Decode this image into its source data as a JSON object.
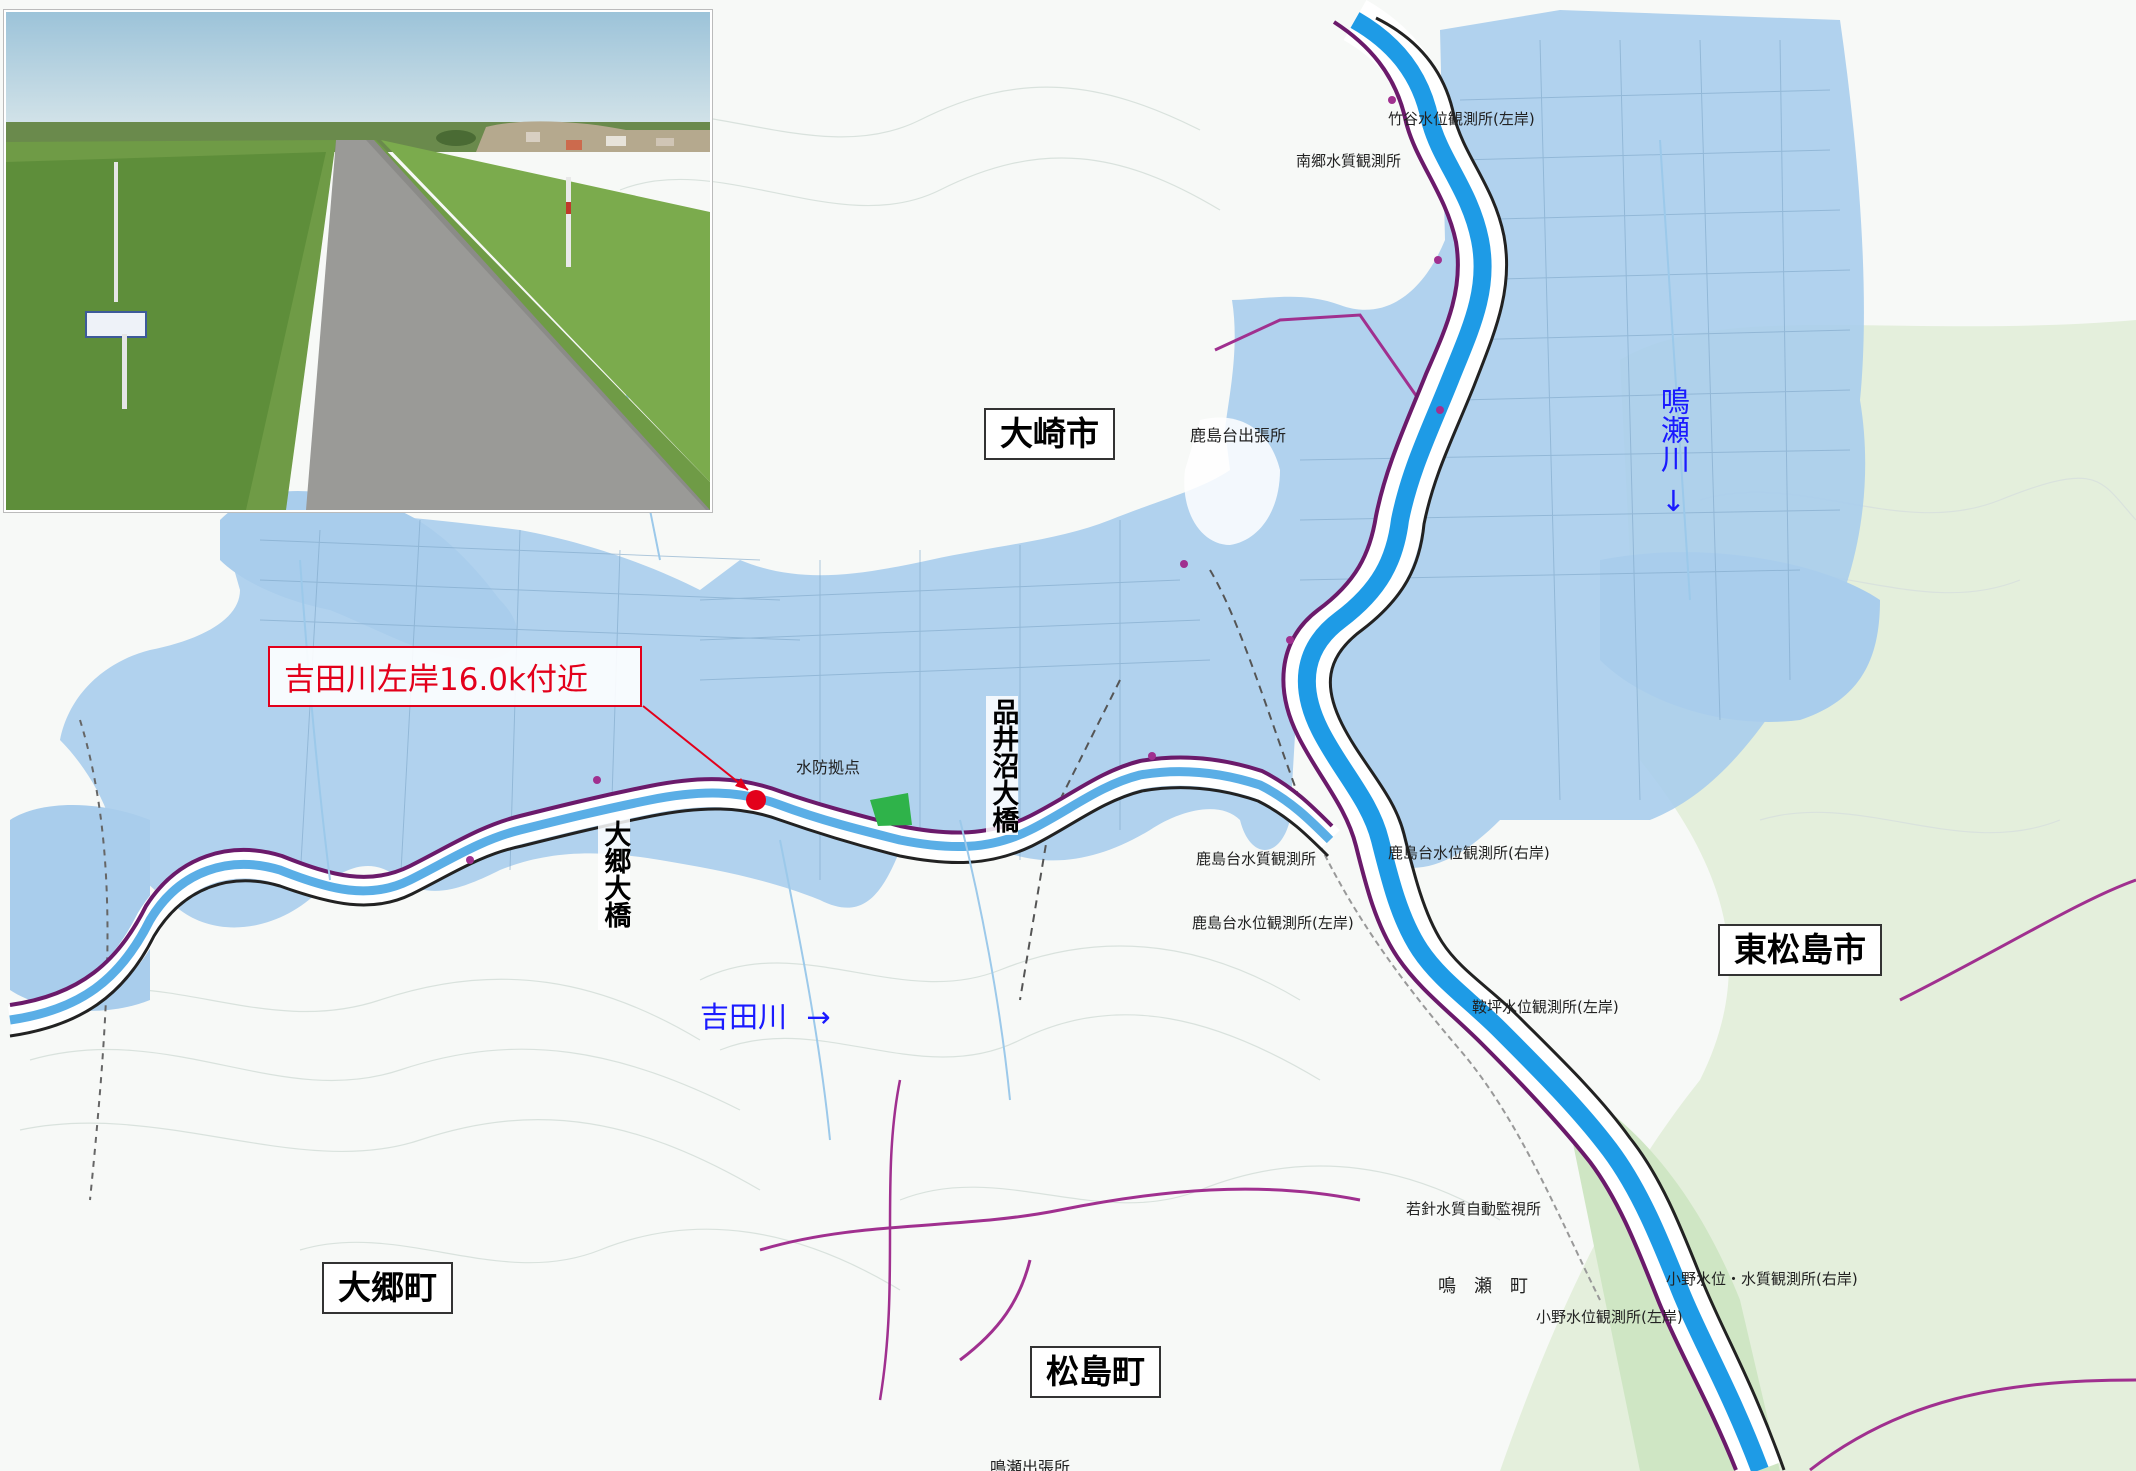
{
  "municipalities": {
    "osaki": "大崎市",
    "higashimatsushima": "東松島市",
    "osato": "大郷町",
    "matsushima": "松島町"
  },
  "rivers": {
    "yoshida": "吉田川",
    "yoshida_arrow": "→",
    "naruse": "鳴瀬川",
    "naruse_arrow": "↓"
  },
  "callout": {
    "text": "吉田川左岸16.0k付近"
  },
  "bridges": {
    "osato_bridge": "大郷大橋",
    "shinainuma_bridge": "品井沼大橋"
  },
  "facilities": {
    "flood_base": "水防拠点",
    "kashimadai_office": "鹿島台出張所",
    "naruse_office": "鳴瀬出張所",
    "naruse_town": "鳴　瀬　町",
    "takeya_station": "竹谷水位観測所(左岸)",
    "nango_station": "南郷水質観測所",
    "kashimadai_right": "鹿島台水位観測所(右岸)",
    "kashimadai_quality": "鹿島台水質観測所",
    "kashimadai_left": "鹿島台水位観測所(左岸)",
    "kurabe_station": "鞍坪水位観測所(左岸)",
    "wakanuki_station": "若針水質自動監視所",
    "ono_right": "小野水位・水質観測所(右岸)",
    "ono_left": "小野水位観測所(左岸)"
  },
  "colors": {
    "flood_area": "#a9cdec",
    "river": "#1e9be6",
    "callout_red": "#e3001b",
    "boundary_purple": "#a0308f",
    "green_area": "#cfe6c4",
    "river_label": "#1a1aff"
  },
  "icons": [
    "red-point-marker",
    "callout-arrow",
    "photo-inset"
  ]
}
